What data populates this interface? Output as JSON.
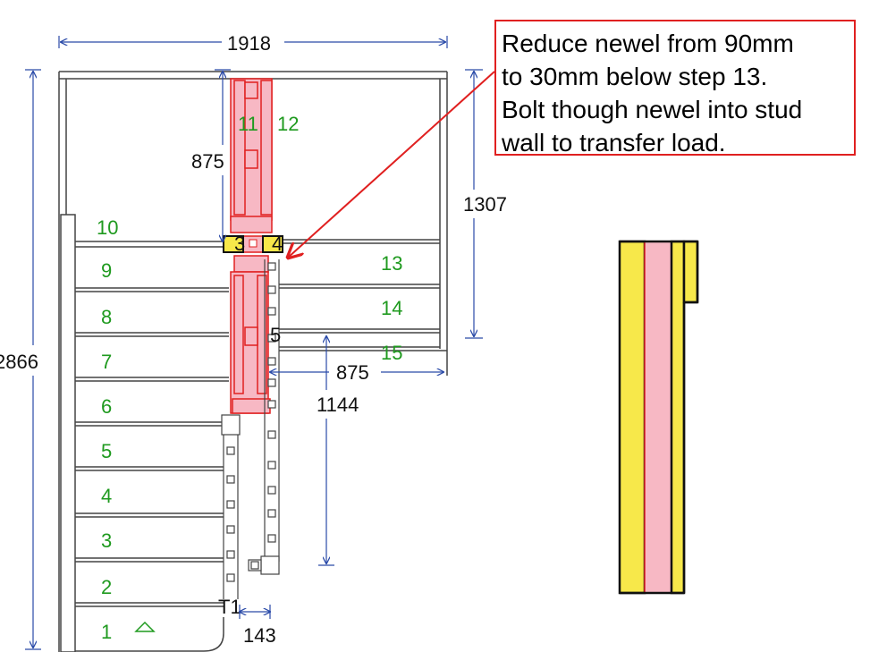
{
  "note": {
    "lines": [
      "Reduce newel from 90mm",
      "to 30mm below step 13.",
      "Bolt though newel into stud",
      "wall to transfer load."
    ]
  },
  "steps": [
    "1",
    "2",
    "3",
    "4",
    "5",
    "6",
    "7",
    "8",
    "9",
    "10",
    "11",
    "12",
    "13",
    "14",
    "15"
  ],
  "dimensions": {
    "top_width": "1918",
    "left_height": "2866",
    "upper_left": "875",
    "right_upper": "1307",
    "landing_width": "875",
    "landing_depth": "1144",
    "bottom": "143"
  },
  "markers": {
    "t1": "T1",
    "t5": "5",
    "newel_left": "3",
    "newel_right": "4"
  },
  "colors": {
    "accent_red": "#e02020",
    "newel_yellow": "#f7e84a",
    "newel_pink": "#f7b8c4",
    "step_green": "#1f9a1f"
  }
}
